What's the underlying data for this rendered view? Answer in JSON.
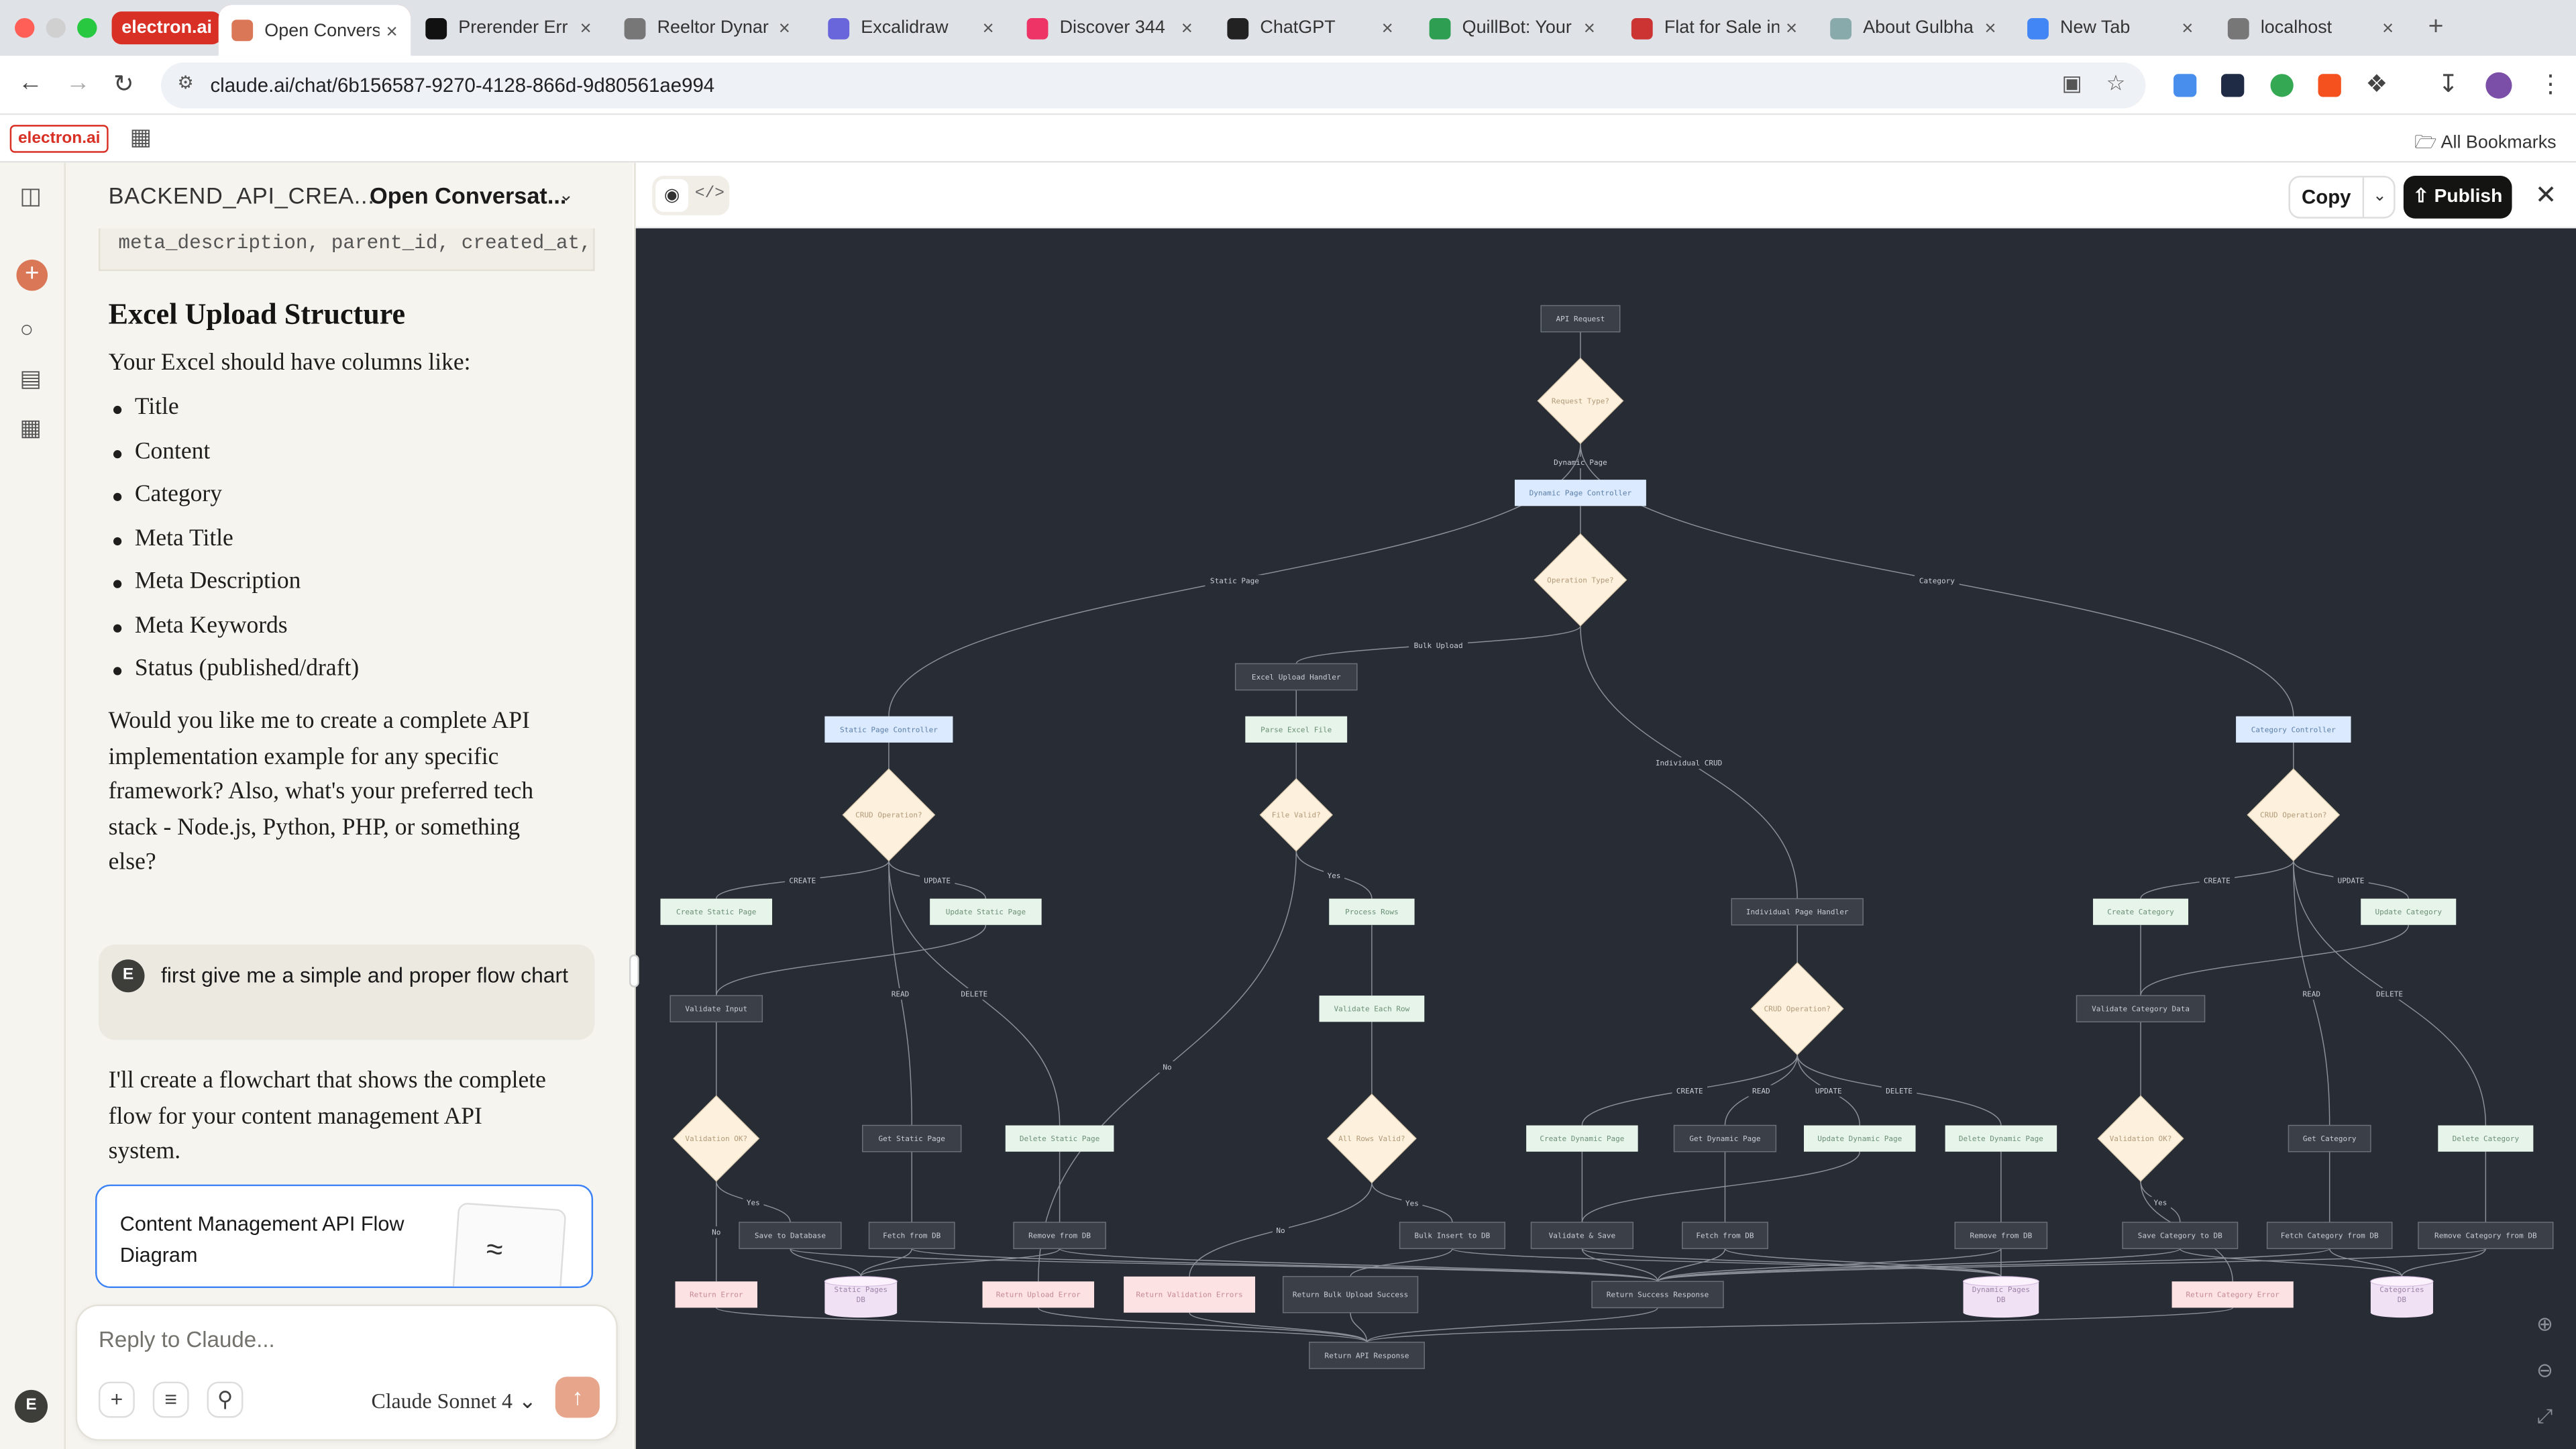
{
  "tabgroup": {
    "label": "electron.ai"
  },
  "tabs": [
    {
      "label": "Open Convers",
      "active": true,
      "icon": "claude-icon"
    },
    {
      "label": "Prerender Err",
      "icon": "notion-icon"
    },
    {
      "label": "Reeltor Dynar",
      "icon": "globe-icon"
    },
    {
      "label": "Excalidraw",
      "icon": "excalidraw-icon"
    },
    {
      "label": "Discover 344",
      "icon": "discover-icon"
    },
    {
      "label": "ChatGPT",
      "icon": "chatgpt-icon"
    },
    {
      "label": "QuillBot: Your",
      "icon": "quillbot-icon"
    },
    {
      "label": "Flat for Sale in",
      "icon": "flat-icon"
    },
    {
      "label": "About Gulbha",
      "icon": "spinner-icon"
    },
    {
      "label": "New Tab",
      "icon": "chrome-icon"
    },
    {
      "label": "localhost",
      "icon": "globe-icon"
    }
  ],
  "address": {
    "url": "claude.ai/chat/6b156587-9270-4128-866d-9d80561ae994"
  },
  "bookmarks": {
    "chip": "electron.ai",
    "all": "All Bookmarks"
  },
  "chat": {
    "project": "BACKEND_API_CREA...",
    "title": "Open Conversat...",
    "code_line": "meta_description, parent_id, created_at, upc",
    "heading": "Excel Upload Structure",
    "intro": "Your Excel should have columns like:",
    "columns": [
      "Title",
      "Content",
      "Category",
      "Meta Title",
      "Meta Description",
      "Meta Keywords",
      "Status (published/draft)"
    ],
    "question": "Would you like me to create a complete API implementation example for any specific framework? Also, what's your preferred tech stack - Node.js, Python, PHP, or something else?",
    "user_initial": "E",
    "user_message": "first give me a simple and proper flow chart",
    "reply": "I'll create a flowchart that shows the complete flow for your content management API system.",
    "artifact_title": "Content Management API Flow Diagram",
    "composer_placeholder": "Reply to Claude...",
    "model": "Claude Sonnet 4"
  },
  "artifact": {
    "copy_label": "Copy",
    "publish_label": "Publish"
  },
  "colors": {
    "diagram_bg": "#282c34",
    "controller": "#dbeafe",
    "process": "#e8f5e9",
    "decision": "#fdf0dc",
    "error": "#fde2e4",
    "dark_node": "#3b3f47",
    "db": "#f3e5f5",
    "accent": "#d97757"
  },
  "flow": {
    "nodes": [
      {
        "id": "api",
        "label": "API Request",
        "kind": "dark"
      },
      {
        "id": "rt",
        "label": "Request Type?",
        "kind": "decision"
      },
      {
        "id": "dpc",
        "label": "Dynamic Page Controller",
        "kind": "controller"
      },
      {
        "id": "op",
        "label": "Operation Type?",
        "kind": "decision"
      },
      {
        "id": "euh",
        "label": "Excel Upload Handler",
        "kind": "dark"
      },
      {
        "id": "spc",
        "label": "Static Page Controller",
        "kind": "controller"
      },
      {
        "id": "pef",
        "label": "Parse Excel File",
        "kind": "process"
      },
      {
        "id": "cc",
        "label": "Category Controller",
        "kind": "controller"
      },
      {
        "id": "scrud",
        "label": "CRUD Operation?",
        "kind": "decision"
      },
      {
        "id": "fv",
        "label": "File Valid?",
        "kind": "decision"
      },
      {
        "id": "ccrud",
        "label": "CRUD Operation?",
        "kind": "decision"
      },
      {
        "id": "csp",
        "label": "Create Static Page",
        "kind": "process"
      },
      {
        "id": "usp",
        "label": "Update Static Page",
        "kind": "process"
      },
      {
        "id": "pr",
        "label": "Process Rows",
        "kind": "process"
      },
      {
        "id": "iph",
        "label": "Individual Page Handler",
        "kind": "dark"
      },
      {
        "id": "cca",
        "label": "Create Category",
        "kind": "process"
      },
      {
        "id": "uca",
        "label": "Update Category",
        "kind": "process"
      },
      {
        "id": "vi",
        "label": "Validate Input",
        "kind": "dark"
      },
      {
        "id": "ver",
        "label": "Validate Each Row",
        "kind": "process"
      },
      {
        "id": "dcrud",
        "label": "CRUD Operation?",
        "kind": "decision"
      },
      {
        "id": "vcd",
        "label": "Validate Category Data",
        "kind": "dark"
      },
      {
        "id": "vok1",
        "label": "Validation OK?",
        "kind": "decision"
      },
      {
        "id": "gsp",
        "label": "Get Static Page",
        "kind": "dark"
      },
      {
        "id": "dsp",
        "label": "Delete Static Page",
        "kind": "process"
      },
      {
        "id": "arv",
        "label": "All Rows Valid?",
        "kind": "decision"
      },
      {
        "id": "cdp",
        "label": "Create Dynamic Page",
        "kind": "process"
      },
      {
        "id": "gdp",
        "label": "Get Dynamic Page",
        "kind": "dark"
      },
      {
        "id": "udp",
        "label": "Update Dynamic Page",
        "kind": "process"
      },
      {
        "id": "ddp",
        "label": "Delete Dynamic Page",
        "kind": "process"
      },
      {
        "id": "vok2",
        "label": "Validation OK?",
        "kind": "decision"
      },
      {
        "id": "gc",
        "label": "Get Category",
        "kind": "dark"
      },
      {
        "id": "dc",
        "label": "Delete Category",
        "kind": "process"
      },
      {
        "id": "std",
        "label": "Save to Database",
        "kind": "dark"
      },
      {
        "id": "ffdb",
        "label": "Fetch from DB",
        "kind": "dark"
      },
      {
        "id": "rfdb",
        "label": "Remove from DB",
        "kind": "dark"
      },
      {
        "id": "bid",
        "label": "Bulk Insert to DB",
        "kind": "dark"
      },
      {
        "id": "vs",
        "label": "Validate & Save",
        "kind": "dark"
      },
      {
        "id": "ffdb2",
        "label": "Fetch from DB",
        "kind": "dark"
      },
      {
        "id": "rfdb2",
        "label": "Remove from DB",
        "kind": "dark"
      },
      {
        "id": "sctd",
        "label": "Save Category to DB",
        "kind": "dark"
      },
      {
        "id": "fcfd",
        "label": "Fetch Category from DB",
        "kind": "dark"
      },
      {
        "id": "rcfd",
        "label": "Remove Category from DB",
        "kind": "dark"
      },
      {
        "id": "rerr",
        "label": "Return Error",
        "kind": "error"
      },
      {
        "id": "spdb",
        "label": "Static Pages DB",
        "kind": "db"
      },
      {
        "id": "rue",
        "label": "Return Upload Error",
        "kind": "error"
      },
      {
        "id": "rve",
        "label": "Return Validation Errors",
        "kind": "error"
      },
      {
        "id": "rbus",
        "label": "Return Bulk Upload Success",
        "kind": "dark"
      },
      {
        "id": "rsr",
        "label": "Return Success Response",
        "kind": "dark"
      },
      {
        "id": "dpdb",
        "label": "Dynamic Pages DB",
        "kind": "db"
      },
      {
        "id": "rce",
        "label": "Return Category Error",
        "kind": "error"
      },
      {
        "id": "cdb",
        "label": "Categories DB",
        "kind": "db"
      },
      {
        "id": "rar",
        "label": "Return API Response",
        "kind": "dark"
      }
    ],
    "edges": [
      [
        "api",
        "rt",
        ""
      ],
      [
        "rt",
        "dpc",
        "Dynamic Page"
      ],
      [
        "rt",
        "spc",
        "Static Page"
      ],
      [
        "rt",
        "cc",
        "Category"
      ],
      [
        "dpc",
        "op",
        ""
      ],
      [
        "op",
        "euh",
        "Bulk Upload"
      ],
      [
        "op",
        "iph",
        "Individual CRUD"
      ],
      [
        "euh",
        "pef",
        ""
      ],
      [
        "pef",
        "fv",
        ""
      ],
      [
        "fv",
        "pr",
        "Yes"
      ],
      [
        "fv",
        "rue",
        "No"
      ],
      [
        "spc",
        "scrud",
        ""
      ],
      [
        "scrud",
        "csp",
        "CREATE"
      ],
      [
        "scrud",
        "gsp",
        "READ"
      ],
      [
        "scrud",
        "usp",
        "UPDATE"
      ],
      [
        "scrud",
        "dsp",
        "DELETE"
      ],
      [
        "csp",
        "vi",
        ""
      ],
      [
        "usp",
        "vi",
        ""
      ],
      [
        "vi",
        "vok1",
        ""
      ],
      [
        "vok1",
        "std",
        "Yes"
      ],
      [
        "vok1",
        "rerr",
        "No"
      ],
      [
        "gsp",
        "ffdb",
        ""
      ],
      [
        "dsp",
        "rfdb",
        ""
      ],
      [
        "pr",
        "ver",
        ""
      ],
      [
        "ver",
        "arv",
        ""
      ],
      [
        "arv",
        "bid",
        "Yes"
      ],
      [
        "arv",
        "rve",
        "No"
      ],
      [
        "bid",
        "rbus",
        ""
      ],
      [
        "iph",
        "dcrud",
        ""
      ],
      [
        "dcrud",
        "cdp",
        "CREATE"
      ],
      [
        "dcrud",
        "gdp",
        "READ"
      ],
      [
        "dcrud",
        "udp",
        "UPDATE"
      ],
      [
        "dcrud",
        "ddp",
        "DELETE"
      ],
      [
        "cdp",
        "vs",
        ""
      ],
      [
        "udp",
        "vs",
        ""
      ],
      [
        "gdp",
        "ffdb2",
        ""
      ],
      [
        "ddp",
        "rfdb2",
        ""
      ],
      [
        "cc",
        "ccrud",
        ""
      ],
      [
        "ccrud",
        "cca",
        "CREATE"
      ],
      [
        "ccrud",
        "gc",
        "READ"
      ],
      [
        "ccrud",
        "uca",
        "UPDATE"
      ],
      [
        "ccrud",
        "dc",
        "DELETE"
      ],
      [
        "cca",
        "vcd",
        ""
      ],
      [
        "uca",
        "vcd",
        ""
      ],
      [
        "vcd",
        "vok2",
        ""
      ],
      [
        "vok2",
        "sctd",
        "Yes"
      ],
      [
        "vok2",
        "rce",
        "No"
      ],
      [
        "gc",
        "fcfd",
        ""
      ],
      [
        "dc",
        "rcfd",
        ""
      ],
      [
        "std",
        "spdb",
        ""
      ],
      [
        "ffdb",
        "spdb",
        ""
      ],
      [
        "rfdb",
        "spdb",
        ""
      ],
      [
        "bid",
        "dpdb",
        ""
      ],
      [
        "vs",
        "dpdb",
        ""
      ],
      [
        "ffdb2",
        "dpdb",
        ""
      ],
      [
        "rfdb2",
        "dpdb",
        ""
      ],
      [
        "sctd",
        "cdb",
        ""
      ],
      [
        "fcfd",
        "cdb",
        ""
      ],
      [
        "rcfd",
        "cdb",
        ""
      ],
      [
        "std",
        "rsr",
        ""
      ],
      [
        "ffdb",
        "rsr",
        ""
      ],
      [
        "rfdb",
        "rsr",
        ""
      ],
      [
        "vs",
        "rsr",
        ""
      ],
      [
        "ffdb2",
        "rsr",
        ""
      ],
      [
        "rfdb2",
        "rsr",
        ""
      ],
      [
        "sctd",
        "rsr",
        ""
      ],
      [
        "fcfd",
        "rsr",
        ""
      ],
      [
        "rcfd",
        "rsr",
        ""
      ],
      [
        "rerr",
        "rar",
        ""
      ],
      [
        "rue",
        "rar",
        ""
      ],
      [
        "rve",
        "rar",
        ""
      ],
      [
        "rbus",
        "rar",
        ""
      ],
      [
        "rsr",
        "rar",
        ""
      ],
      [
        "rce",
        "rar",
        ""
      ]
    ]
  }
}
